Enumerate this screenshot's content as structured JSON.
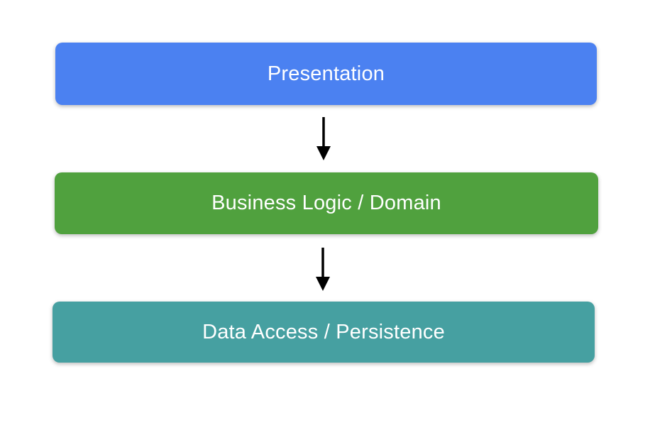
{
  "diagram": {
    "background_color": "#ffffff",
    "label_text_color": "#ffffff",
    "arrow_color": "#000000",
    "layers": [
      {
        "label": "Presentation",
        "fill_color": "#4B81F1"
      },
      {
        "label": "Business Logic / Domain",
        "fill_color": "#50A13E"
      },
      {
        "label": "Data Access / Persistence",
        "fill_color": "#46A0A1"
      }
    ]
  }
}
